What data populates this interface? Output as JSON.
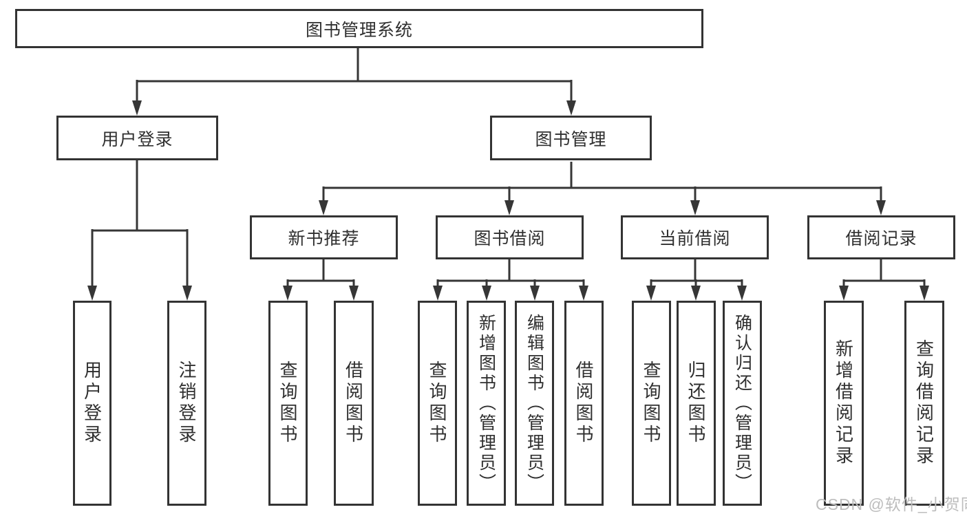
{
  "diagram": {
    "root": {
      "label": "图书管理系统"
    },
    "level2": {
      "user_login": {
        "label": "用户登录"
      },
      "book_management": {
        "label": "图书管理"
      }
    },
    "level3": {
      "new_book_recommend": {
        "label": "新书推荐"
      },
      "book_borrow": {
        "label": "图书借阅"
      },
      "current_borrow": {
        "label": "当前借阅"
      },
      "borrow_record": {
        "label": "借阅记录"
      }
    },
    "leaves": {
      "user_login": [
        "用户登录",
        "注销登录"
      ],
      "new_book_recommend": [
        "查询图书",
        "借阅图书"
      ],
      "book_borrow": [
        "查询图书",
        "新增图书（管理员）",
        "编辑图书（管理员）",
        "借阅图书"
      ],
      "current_borrow": [
        "查询图书",
        "归还图书",
        "确认归还（管理员）"
      ],
      "borrow_record": [
        "新增借阅记录",
        "查询借阅记录"
      ]
    }
  },
  "watermark": {
    "text": "CSDN @软件_小贺同学"
  },
  "colors": {
    "line": "#363636",
    "border": "#333333",
    "text": "#2f2f2f",
    "watermark": "#bdbdbd",
    "background": "#ffffff"
  }
}
